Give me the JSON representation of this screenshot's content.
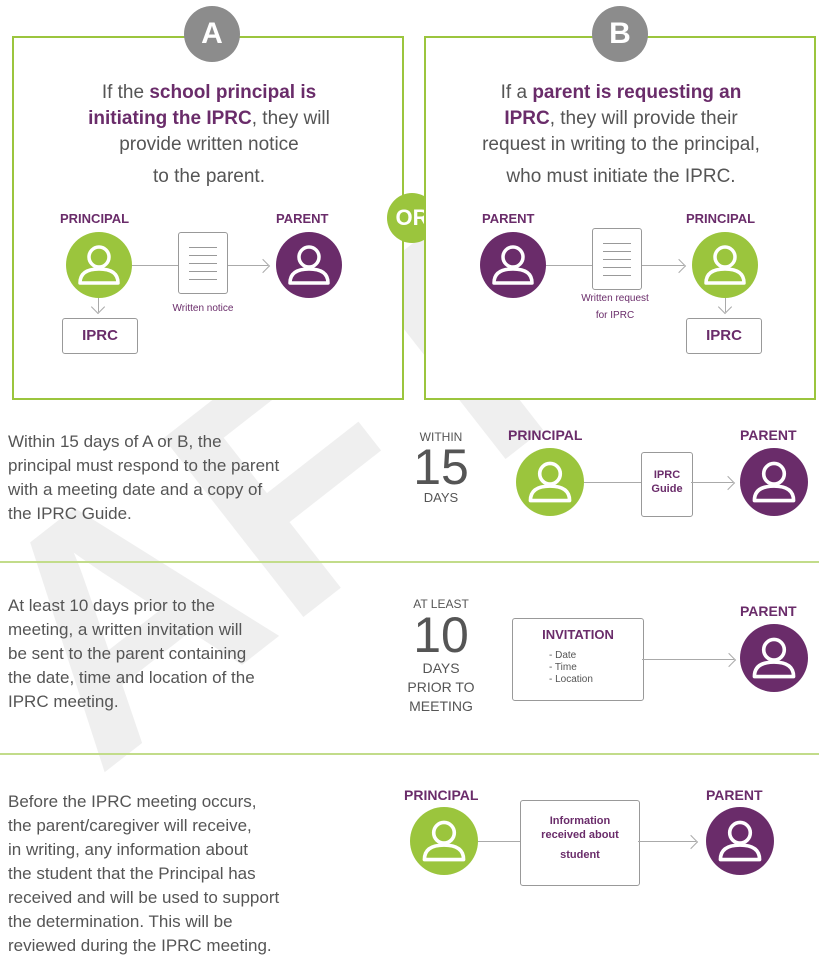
{
  "colors": {
    "green": "#9bc53d",
    "purple": "#6a2c6a",
    "gray_badge": "#8c8c8c"
  },
  "panel_a": {
    "badge": "A",
    "line1_pre": "If the ",
    "line1_bold": "school principal is",
    "line2_bold": "initiating the IPRC",
    "line2_post": ", they will",
    "line3": "provide written notice",
    "line4": "to the parent.",
    "role_left": "PRINCIPAL",
    "role_right": "PARENT",
    "doc_caption": "Written notice",
    "iprc": "IPRC"
  },
  "or_label": "OR",
  "panel_b": {
    "badge": "B",
    "line1_pre": "If a ",
    "line1_bold": "parent is requesting an",
    "line2_bold": "IPRC",
    "line2_post": ", they will provide their",
    "line3": "request in writing to the principal,",
    "line4": "who must initiate the IPRC.",
    "role_left": "PARENT",
    "role_right": "PRINCIPAL",
    "doc_caption_1": "Written request",
    "doc_caption_2": "for IPRC",
    "iprc": "IPRC"
  },
  "step1": {
    "text_lines": [
      "Within 15 days of A or B, the",
      "principal must respond to the parent",
      "with a meeting date and a copy of",
      "the IPRC Guide."
    ],
    "time_top": "WITHIN",
    "time_num": "15",
    "time_bottom": "DAYS",
    "role_left": "PRINCIPAL",
    "role_right": "PARENT",
    "box_line1": "IPRC",
    "box_line2": "Guide"
  },
  "step2": {
    "text_lines": [
      "At least 10 days prior to the",
      "meeting, a written invitation will",
      "be sent to the parent containing",
      "the date, time and location of the",
      "IPRC meeting."
    ],
    "time_top": "AT LEAST",
    "time_num": "10",
    "time_bottom_1": "DAYS",
    "time_bottom_2": "PRIOR TO",
    "time_bottom_3": "MEETING",
    "role_right": "PARENT",
    "box_title": "INVITATION",
    "box_items": [
      "- Date",
      "- Time",
      "- Location"
    ]
  },
  "step3": {
    "text_lines": [
      "Before the IPRC meeting occurs,",
      "the parent/caregiver will receive,",
      "in writing, any information about",
      "the student that the Principal has",
      "received and will be used to support",
      "the determination. This will be",
      "reviewed during the IPRC meeting."
    ],
    "role_left": "PRINCIPAL",
    "role_right": "PARENT",
    "box_line1": "Information",
    "box_line2": "received about",
    "box_line3": "student"
  },
  "watermark": "AFT",
  "icons": [
    "person-icon",
    "document-icon",
    "arrow-icon"
  ]
}
